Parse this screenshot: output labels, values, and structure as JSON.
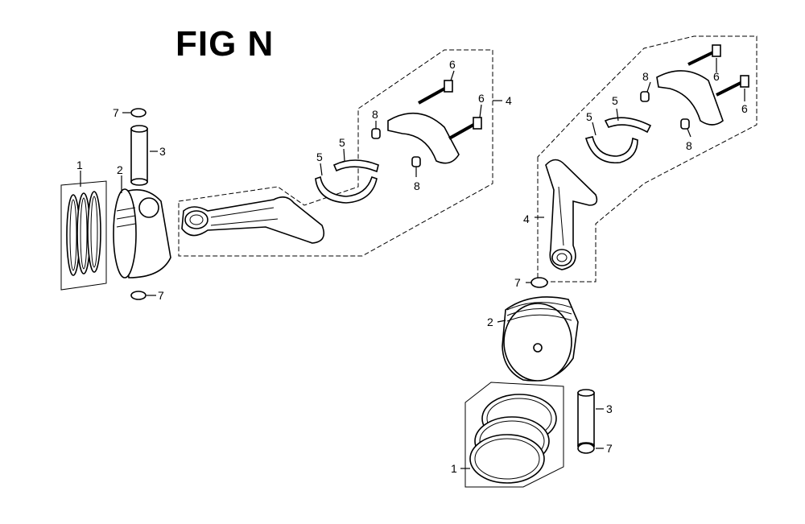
{
  "figure": {
    "title": "FIG N"
  },
  "callouts": {
    "left": {
      "rings": "1",
      "piston": "2",
      "pin": "3",
      "rod": "4",
      "bearing_a": "5",
      "bearing_b": "5",
      "bolt_a": "6",
      "bolt_b": "6",
      "clip_top": "7",
      "clip_bottom": "7",
      "dowel_a": "8",
      "dowel_b": "8"
    },
    "right": {
      "rings": "1",
      "piston": "2",
      "pin": "3",
      "rod": "4",
      "bearing_a": "5",
      "bearing_b": "5",
      "bolt_a": "6",
      "bolt_b": "6",
      "clip_top": "7",
      "clip_bottom": "7",
      "dowel_a": "8",
      "dowel_b": "8"
    }
  }
}
